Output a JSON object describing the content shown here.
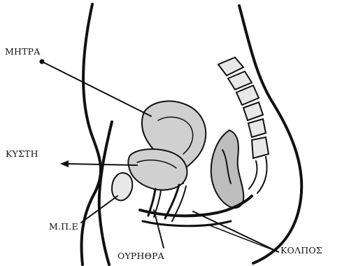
{
  "labels": {
    "uterus": "ΜΗΤΡΑ",
    "bladder": "ΚΥΣΤΗ",
    "pubic": "Μ.Π.Ε",
    "urethra": "ΟΥΡΗΘΡΑ",
    "vagina": "ΚΟΛΠΟΣ"
  }
}
